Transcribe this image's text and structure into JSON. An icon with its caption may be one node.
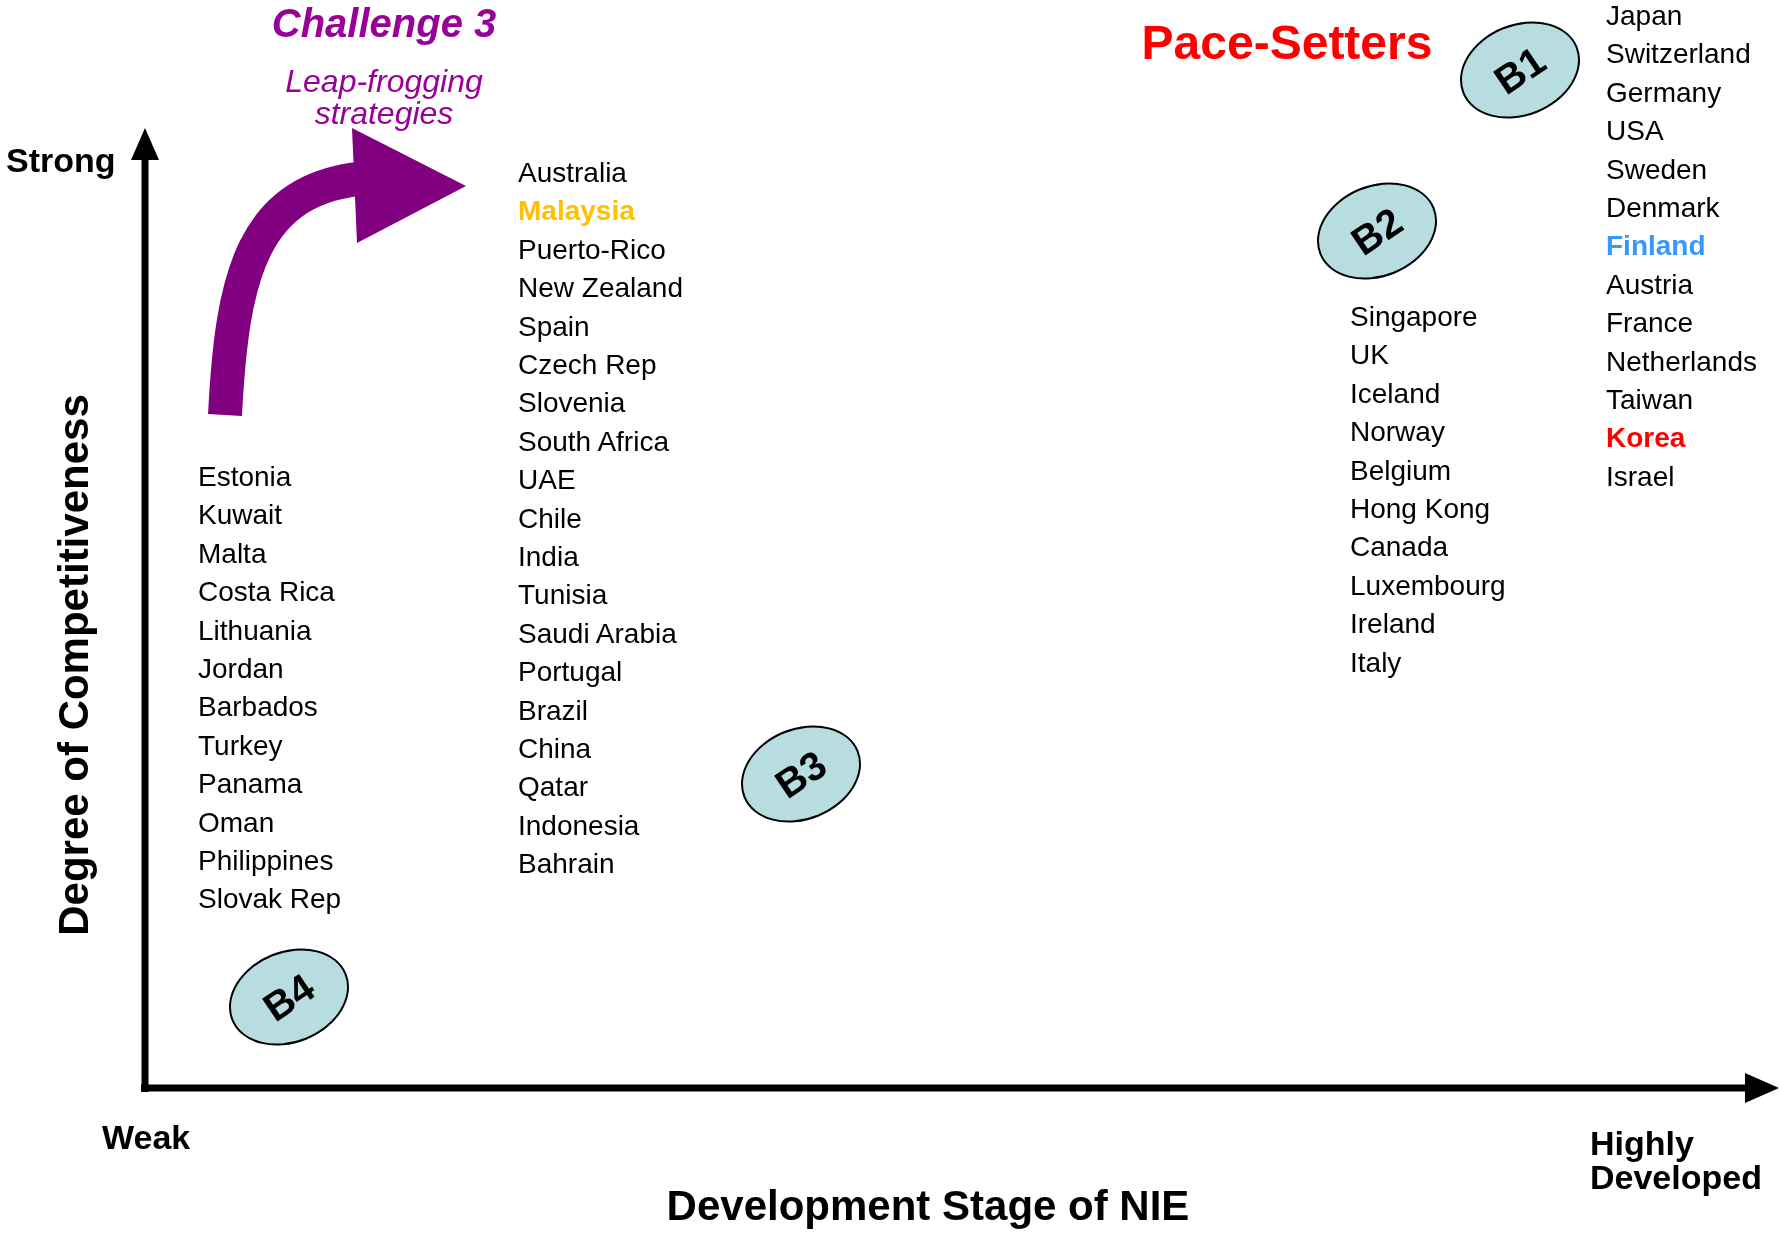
{
  "diagram": {
    "nodes": [
      {
        "text": [
          "B1"
        ]
      },
      {
        "text": [
          "B2"
        ]
      },
      {
        "text": [
          "B3"
        ]
      },
      {
        "text": [
          "B4"
        ]
      }
    ],
    "labels": [
      "Challenge 3",
      "Leap-frogging strategies",
      "Pace-Setters",
      "Strong",
      "Japan",
      "Switzerland",
      "Germany",
      "USA",
      "Sweden",
      "Denmark",
      "Finland",
      "Austria",
      "France",
      "Netherlands",
      "Taiwan",
      "Korea",
      "Israel",
      "Australia",
      "Malaysia",
      "Puerto-Rico",
      "New Zealand",
      "Spain",
      "Czech Rep",
      "Slovenia",
      "South Africa",
      "UAE",
      "Chile",
      "India",
      "Tunisia",
      "Saudi Arabia",
      "Portugal",
      "Brazil",
      "China",
      "Qatar",
      "Indonesia",
      "Bahrain",
      "Singapore",
      "UK",
      "Iceland",
      "Norway",
      "Belgium",
      "Hong Kong",
      "Canada",
      "Luxembourg",
      "Ireland",
      "Italy",
      "Degree of Competitiveness",
      "Estonia",
      "Kuwait",
      "Malta",
      "Costa Rica",
      "Lithuania",
      "Jordan",
      "Barbados",
      "Turkey",
      "Panama",
      "Oman",
      "Philippines",
      "Slovak Rep",
      "Weak",
      "Highly Developed",
      "Development Stage of NIE"
    ]
  }
}
